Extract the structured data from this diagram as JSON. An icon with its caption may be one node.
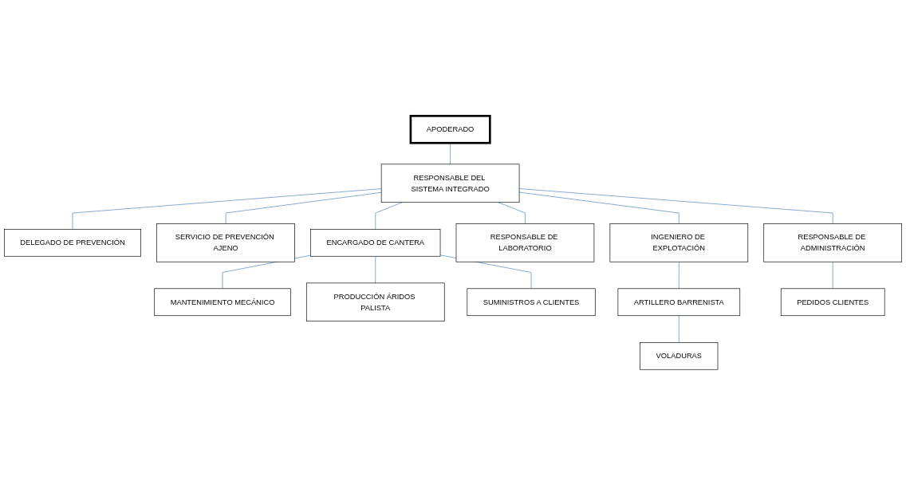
{
  "diagram": {
    "nodes": [
      {
        "text": [
          "APODERADO"
        ]
      },
      {
        "text": [
          "RESPONSABLE DEL SISTEMA INTEGRADO"
        ]
      },
      {
        "text": [
          "DELEGADO DE PREVENCIÓN"
        ]
      },
      {
        "text": [
          "SERVICIO DE PREVENCIÓN AJENO"
        ]
      },
      {
        "text": [
          "ENCARGADO DE CANTERA"
        ]
      },
      {
        "text": [
          "RESPONSABLE DE LABORATORIO"
        ]
      },
      {
        "text": [
          "INGENIERO DE EXPLOTACIÓN"
        ]
      },
      {
        "text": [
          "RESPONSABLE DE ADMINISTRACIÓN"
        ]
      },
      {
        "text": [
          "MANTENIMIENTO MECÁNICO"
        ]
      },
      {
        "text": [
          "PRODUCCIÓN ÁRIDOS PALISTA"
        ]
      },
      {
        "text": [
          "SUMINISTROS A CLIENTES"
        ]
      },
      {
        "text": [
          "ARTILLERO BARRENISTA"
        ]
      },
      {
        "text": [
          "VOLADURAS"
        ]
      },
      {
        "text": [
          "PEDIDOS CLIENTES"
        ]
      }
    ],
    "edges": [
      {
        "from": 0,
        "to": 1,
        "arrow": "none"
      },
      {
        "from": 1,
        "to": 2,
        "arrow": "none"
      },
      {
        "from": 1,
        "to": 3,
        "arrow": "none"
      },
      {
        "from": 1,
        "to": 4,
        "arrow": "none"
      },
      {
        "from": 1,
        "to": 5,
        "arrow": "none"
      },
      {
        "from": 1,
        "to": 6,
        "arrow": "none"
      },
      {
        "from": 1,
        "to": 7,
        "arrow": "none"
      },
      {
        "from": 4,
        "to": 8,
        "arrow": "none"
      },
      {
        "from": 4,
        "to": 9,
        "arrow": "none"
      },
      {
        "from": 4,
        "to": 10,
        "arrow": "none"
      },
      {
        "from": 6,
        "to": 11,
        "arrow": "none"
      },
      {
        "from": 11,
        "to": 12,
        "arrow": "none"
      },
      {
        "from": 7,
        "to": 13,
        "arrow": "none"
      }
    ]
  }
}
